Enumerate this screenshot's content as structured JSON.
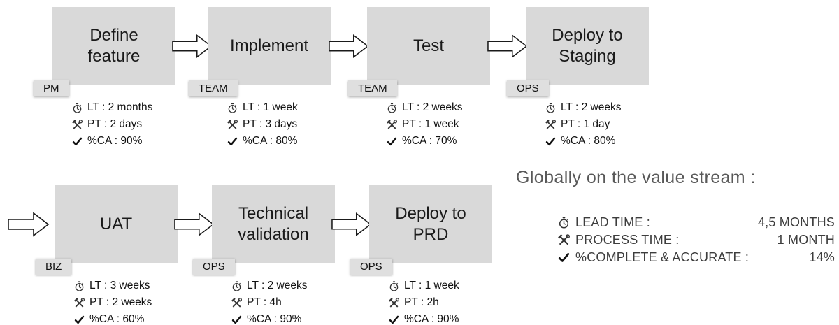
{
  "colors": {
    "box_fill": "#d9d9d9",
    "tag_fill": "#dfdfdf",
    "text": "#1a1a1a",
    "muted": "#595959"
  },
  "stages": [
    {
      "title": "Define feature",
      "tag": "PM",
      "lt": "LT : 2 months",
      "pt": "PT : 2 days",
      "ca": "%CA : 90%"
    },
    {
      "title": "Implement",
      "tag": "TEAM",
      "lt": "LT : 1 week",
      "pt": "PT : 3 days",
      "ca": "%CA : 80%"
    },
    {
      "title": "Test",
      "tag": "TEAM",
      "lt": "LT : 2 weeks",
      "pt": "PT : 1 week",
      "ca": "%CA : 70%"
    },
    {
      "title": "Deploy to Staging",
      "tag": "OPS",
      "lt": "LT : 2 weeks",
      "pt": "PT : 1 day",
      "ca": "%CA : 80%"
    },
    {
      "title": "UAT",
      "tag": "BIZ",
      "lt": "LT : 3 weeks",
      "pt": "PT : 2 weeks",
      "ca": "%CA : 60%"
    },
    {
      "title": "Technical validation",
      "tag": "OPS",
      "lt": "LT : 2 weeks",
      "pt": "PT : 4h",
      "ca": "%CA : 90%"
    },
    {
      "title": "Deploy to PRD",
      "tag": "OPS",
      "lt": "LT : 1 week",
      "pt": "PT : 2h",
      "ca": "%CA : 90%"
    }
  ],
  "icons": {
    "lt": "stopwatch-icon",
    "pt": "tools-icon",
    "ca": "check-icon",
    "flow": "flow-arrow-icon"
  },
  "global": {
    "heading": "Globally on the value stream :",
    "rows": [
      {
        "icon": "stopwatch-icon",
        "label": "LEAD TIME :",
        "value": "4,5 MONTHS"
      },
      {
        "icon": "tools-icon",
        "label": "PROCESS TIME :",
        "value": "1 MONTH"
      },
      {
        "icon": "check-icon",
        "label": "%COMPLETE & ACCURATE :",
        "value": "14%"
      }
    ]
  }
}
